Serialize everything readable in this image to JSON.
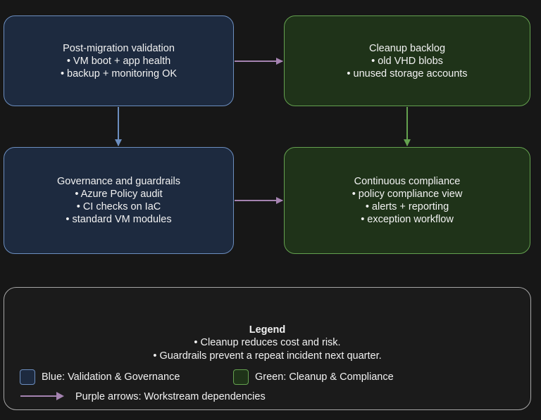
{
  "boxes": {
    "validation": {
      "title": "Post-migration validation",
      "items": [
        "• VM boot + app health",
        "• backup + monitoring OK"
      ]
    },
    "cleanup": {
      "title": "Cleanup backlog",
      "items": [
        "• old VHD blobs",
        "• unused storage accounts"
      ]
    },
    "governance": {
      "title": "Governance and guardrails",
      "items": [
        "• Azure Policy audit",
        "• CI checks on IaC",
        "• standard VM modules"
      ]
    },
    "compliance": {
      "title": "Continuous compliance",
      "items": [
        "• policy compliance view",
        "• alerts + reporting",
        "• exception workflow"
      ]
    }
  },
  "edges": [
    {
      "from": "validation",
      "to": "cleanup",
      "color": "purple"
    },
    {
      "from": "validation",
      "to": "governance",
      "color": "blue"
    },
    {
      "from": "cleanup",
      "to": "compliance",
      "color": "green"
    },
    {
      "from": "governance",
      "to": "compliance",
      "color": "purple"
    }
  ],
  "legend": {
    "title": "Legend",
    "notes": [
      "• Cleanup reduces cost and risk.",
      "• Guardrails prevent a repeat incident next quarter."
    ],
    "blue_label": "Blue: Validation & Governance",
    "green_label": "Green: Cleanup & Compliance",
    "purple_label": "Purple arrows: Workstream dependencies"
  },
  "colors": {
    "background": "#171717",
    "blue_fill": "#1d2a3f",
    "blue_stroke": "#6c8ebf",
    "green_fill": "#1f3319",
    "green_stroke": "#64a14f",
    "purple_arrow": "#a583b1"
  }
}
